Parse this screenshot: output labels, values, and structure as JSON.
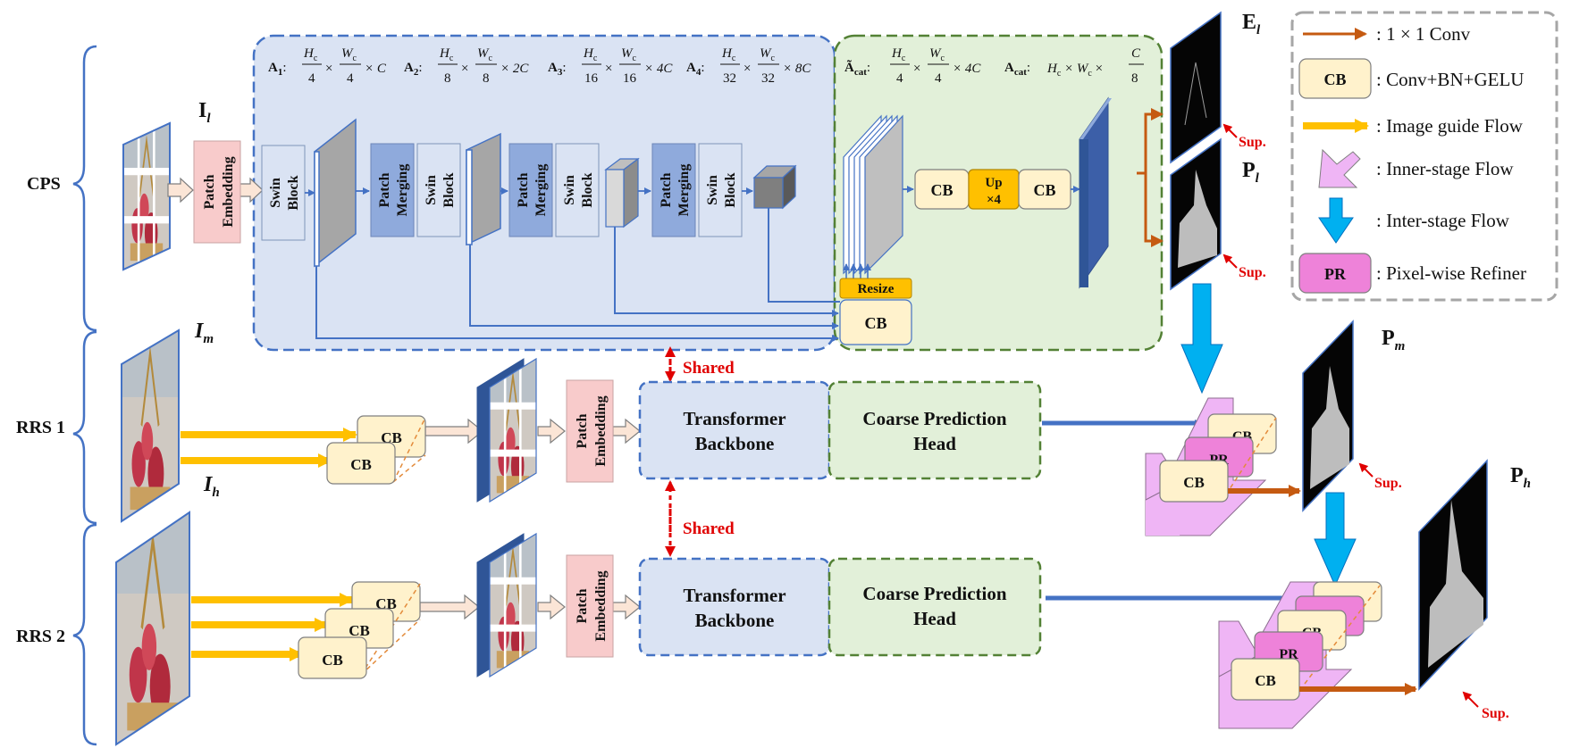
{
  "stages": {
    "cps": "CPS",
    "rrs1": "RRS 1",
    "rrs2": "RRS 2"
  },
  "inputs": {
    "il": "I",
    "il_sub": "l",
    "im": "I",
    "im_sub": "m",
    "ih": "I",
    "ih_sub": "h"
  },
  "blocks": {
    "patch_embedding": [
      "Patch",
      "Embedding"
    ],
    "swin_block": [
      "Swin",
      "Block"
    ],
    "patch_merging": [
      "Patch",
      "Merging"
    ],
    "cb": "CB",
    "up4": [
      "Up",
      "×4"
    ],
    "resize": "Resize",
    "pr": "PR",
    "transformer_backbone": [
      "Transformer",
      "Backbone"
    ],
    "coarse_prediction_head": [
      "Coarse Prediction",
      "Head"
    ]
  },
  "equations": {
    "a1": {
      "name": "A",
      "sub": "1",
      "h": "H",
      "hs": "c",
      "hd": "4",
      "w": "W",
      "ws": "c",
      "wd": "4",
      "tail": "× C"
    },
    "a2": {
      "name": "A",
      "sub": "2",
      "h": "H",
      "hs": "c",
      "hd": "8",
      "w": "W",
      "ws": "c",
      "wd": "8",
      "tail": "× 2C"
    },
    "a3": {
      "name": "A",
      "sub": "3",
      "h": "H",
      "hs": "c",
      "hd": "16",
      "w": "W",
      "ws": "c",
      "wd": "16",
      "tail": "× 4C"
    },
    "a4": {
      "name": "A",
      "sub": "4",
      "h": "H",
      "hs": "c",
      "hd": "32",
      "w": "W",
      "ws": "c",
      "wd": "32",
      "tail": "× 8C"
    },
    "acat_tilde": {
      "name": "Ã",
      "sub": "cat",
      "h": "H",
      "hs": "c",
      "hd": "4",
      "w": "W",
      "ws": "c",
      "wd": "4",
      "tail": "× 4C"
    },
    "acat": {
      "name": "A",
      "sub": "cat",
      "pre": "H",
      "pres": "c",
      "mid": "× W",
      "mids": "c",
      "c": "C",
      "cd": "8"
    }
  },
  "outputs": {
    "el": "E",
    "el_sub": "l",
    "pl": "P",
    "pl_sub": "l",
    "pm": "P",
    "pm_sub": "m",
    "ph": "P",
    "ph_sub": "h",
    "sup": "Sup.",
    "shared": "Shared"
  },
  "legend": [
    {
      "key": "conv",
      "label": ": 1 × 1 Conv"
    },
    {
      "key": "cb",
      "label": ": Conv+BN+GELU"
    },
    {
      "key": "guide",
      "label": ": Image guide Flow"
    },
    {
      "key": "inner",
      "label": ": Inner-stage Flow"
    },
    {
      "key": "inter",
      "label": ": Inter-stage Flow"
    },
    {
      "key": "pr",
      "label": ": Pixel-wise Refiner"
    }
  ],
  "colors": {
    "backbone_bg": "#dae3f3",
    "backbone_border": "#4472c4",
    "head_bg": "#e2f0d9",
    "head_border": "#538135",
    "cb_fill": "#fff2cc",
    "patch_embed": "#f8cbcb",
    "patch_merge": "#8faadc",
    "swin": "#dae3f3",
    "pr_fill": "#ee82d9",
    "inner_flow": "#efb5f5",
    "inter_flow": "#00b0f0",
    "guide_flow": "#ffc000",
    "conv": "#c55a11",
    "blue_line": "#4472c4",
    "shared": "#e00000"
  }
}
